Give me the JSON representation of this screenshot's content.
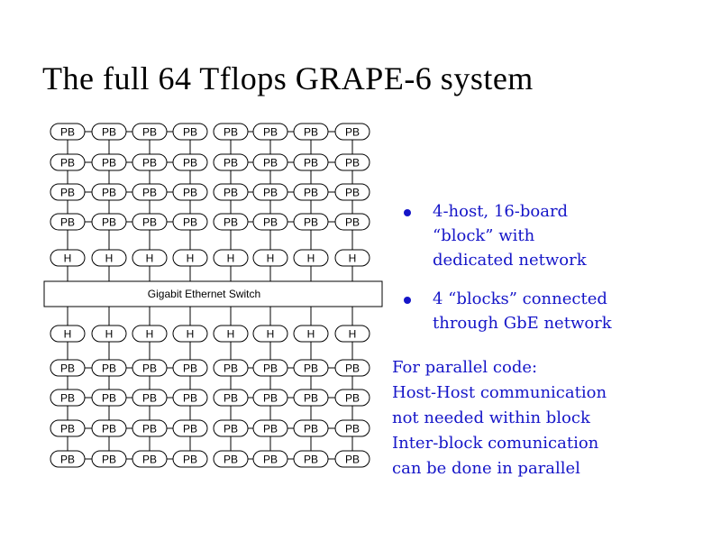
{
  "title": "The full 64 Tflops GRAPE-6 system",
  "diagram": {
    "board_label": "PB",
    "host_label": "H",
    "switch_label": "Gigabit Ethernet Switch",
    "columns": 8,
    "group_size": 4,
    "boards_per_host": 4
  },
  "bullets": [
    {
      "lines": [
        "4-host, 16-board",
        "“block” with",
        "dedicated network"
      ]
    },
    {
      "lines": [
        "4 “blocks” connected",
        "through GbE network"
      ]
    }
  ],
  "paragraph": [
    "For parallel code:",
    "Host-Host communication",
    "not needed within block",
    "Inter-block comunication",
    "can be done in parallel"
  ],
  "colors": {
    "text_accent": "#1515c8"
  }
}
